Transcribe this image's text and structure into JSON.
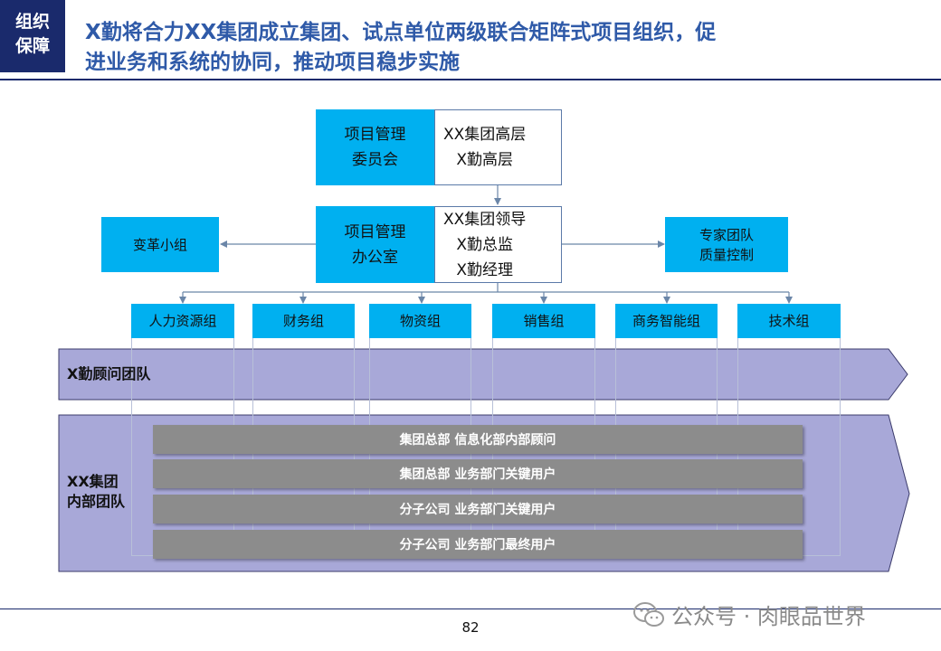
{
  "header": {
    "tag_line1": "组织",
    "tag_line2": "保障",
    "title_line1": "X勤将合力XX集团成立集团、试点单位两级联合矩阵式项目组织，促",
    "title_line2": "进业务和系统的协同，推动项目稳步实施"
  },
  "committee": {
    "label_line1": "项目管理",
    "label_line2": "委员会",
    "members": [
      "XX集团高层",
      "X勤高层"
    ]
  },
  "office": {
    "label_line1": "项目管理",
    "label_line2": "办公室",
    "members": [
      "XX集团领导",
      "X勤总监",
      "X勤经理"
    ]
  },
  "side_left": "变革小组",
  "side_right_line1": "专家团队",
  "side_right_line2": "质量控制",
  "groups": [
    "人力资源组",
    "财务组",
    "物资组",
    "销售组",
    "商务智能组",
    "技术组"
  ],
  "band_consultant": "X勤顾问团队",
  "band_internal_line1": "XX集团",
  "band_internal_line2": "内部团队",
  "internal_rows": [
    "集团总部 信息化部内部顾问",
    "集团总部 业务部门关键用户",
    "分子公司 业务部门关键用户",
    "分子公司 业务部门最终用户"
  ],
  "footer": {
    "page_number": "82",
    "watermark": "公众号 · 肉眼品世界"
  },
  "colors": {
    "navy": "#1a2a6c",
    "title_blue": "#2f5aa8",
    "cyan": "#00b0f0",
    "band_purple": "#a8a8d8",
    "grey_bar": "#8c8c8c"
  }
}
